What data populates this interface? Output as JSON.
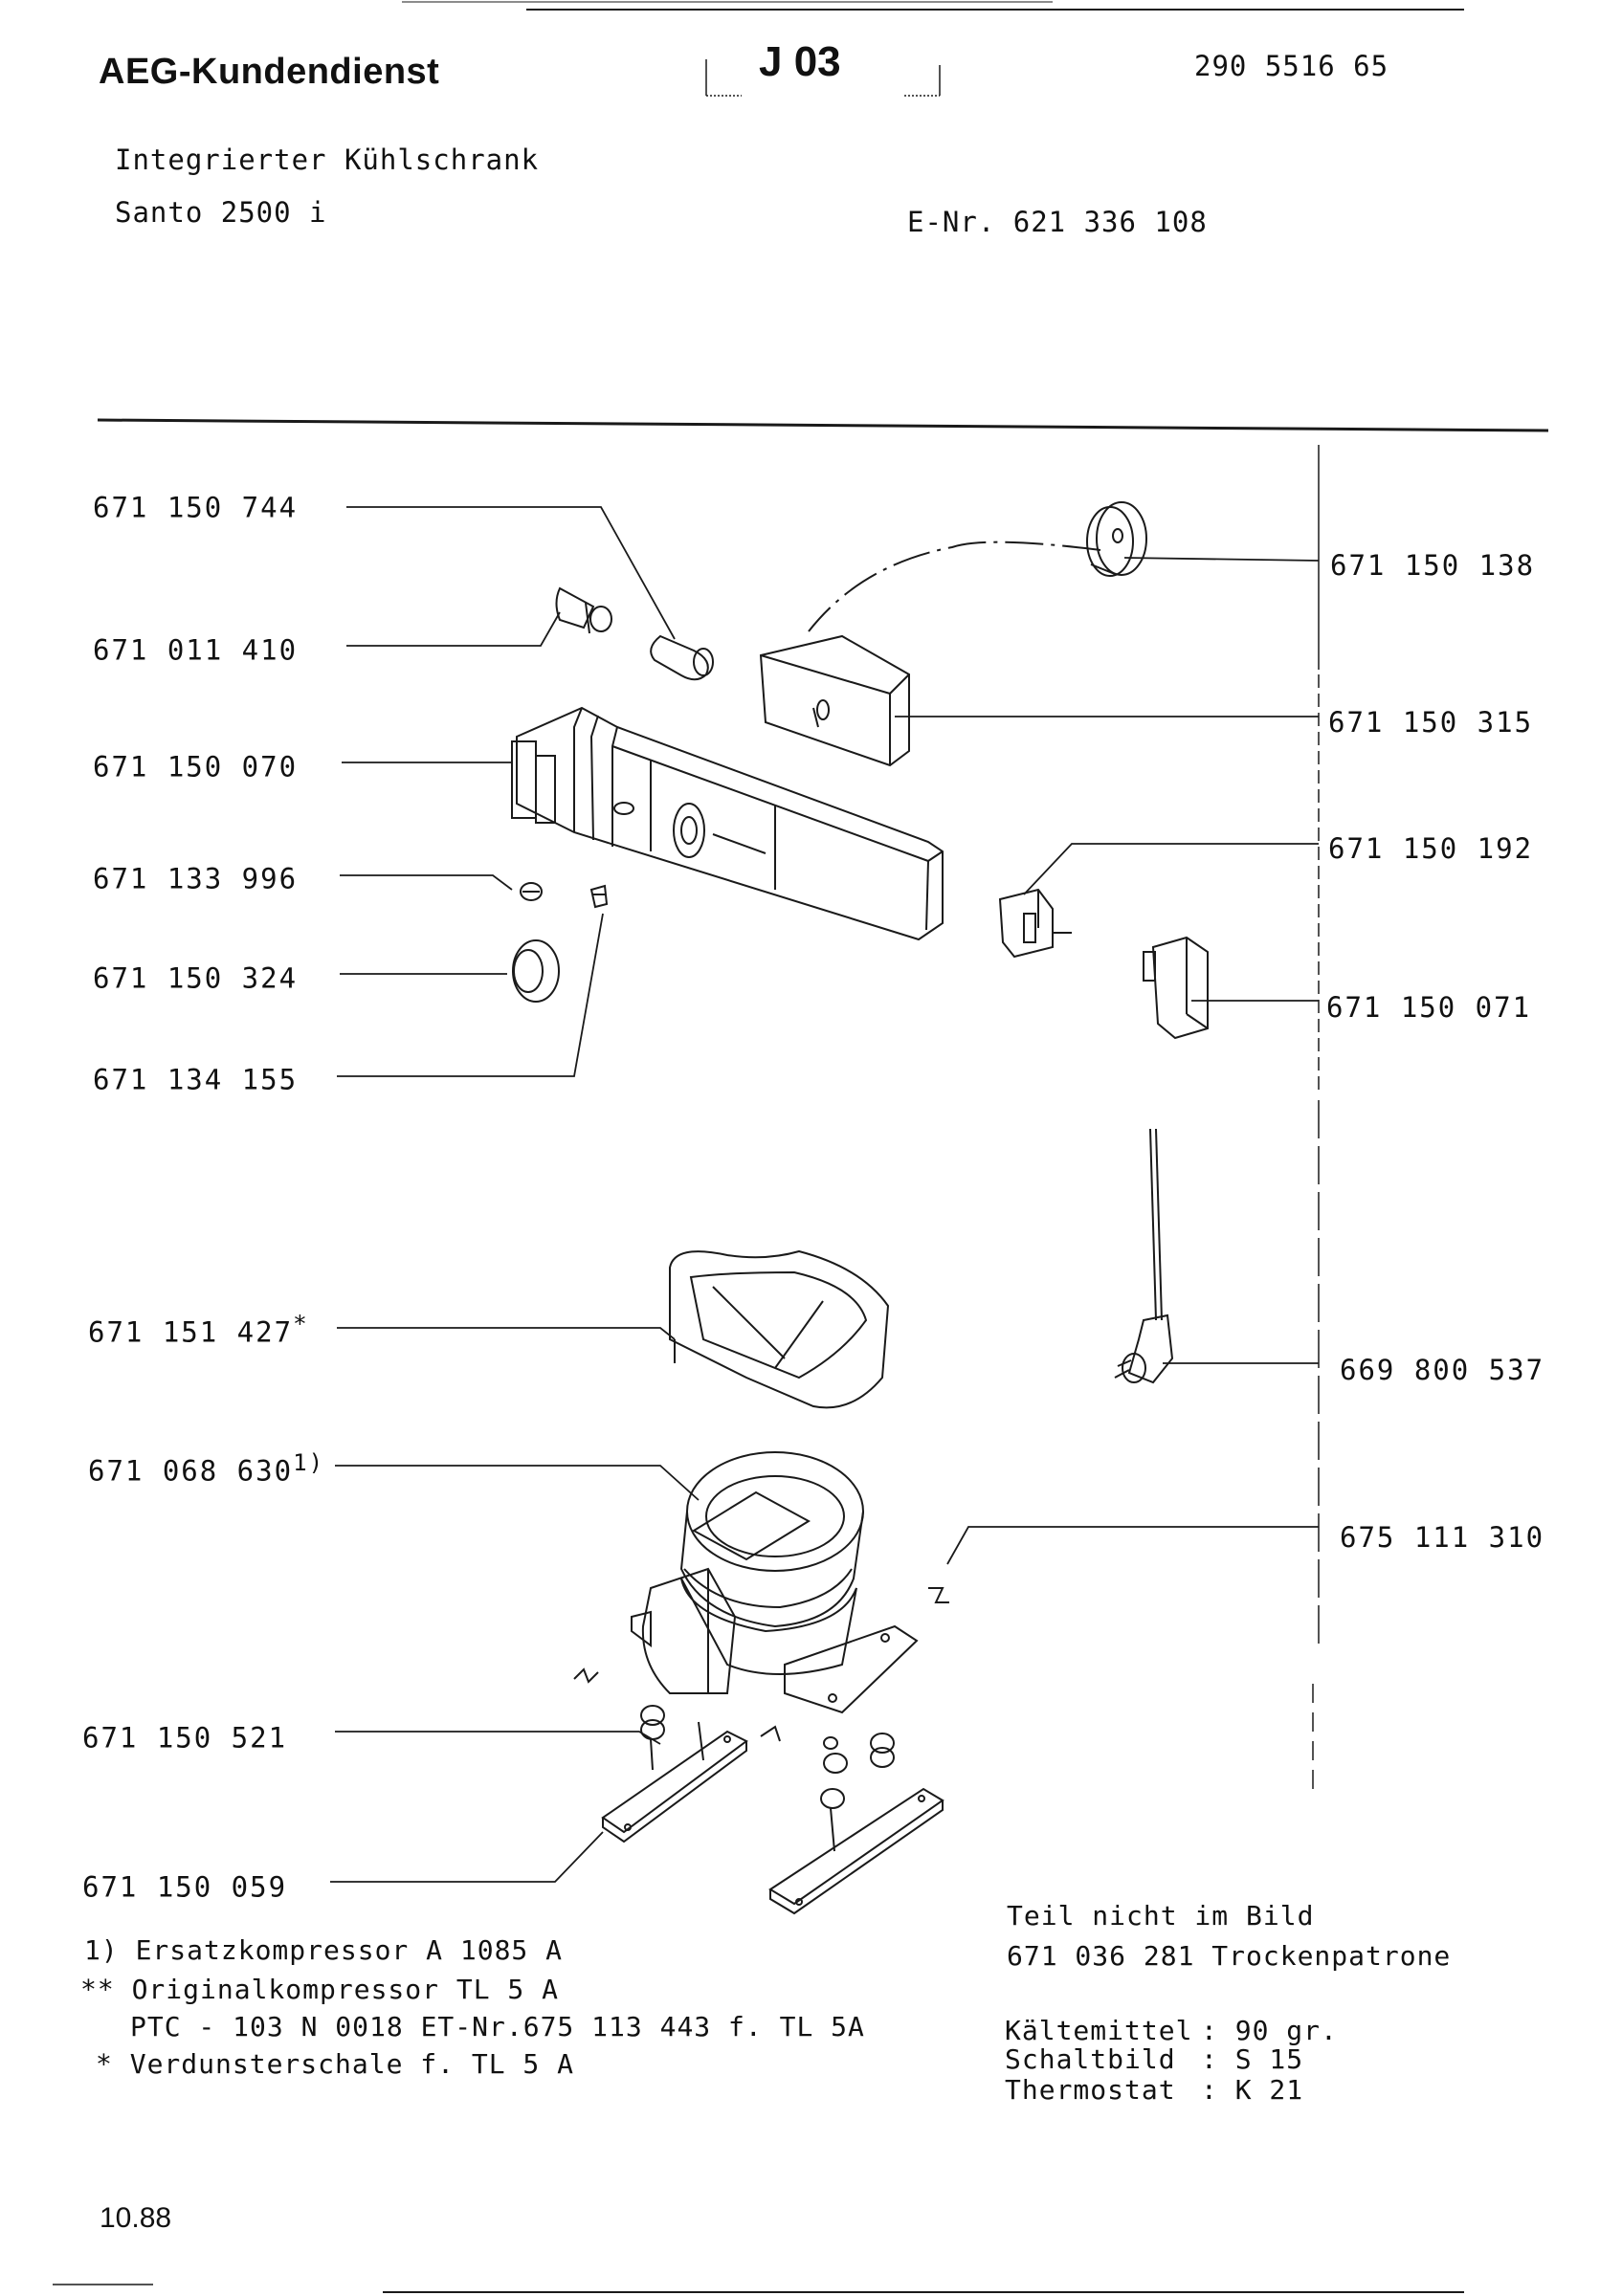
{
  "header": {
    "brand": "AEG-Kundendienst",
    "section_code": "J 03",
    "doc_number": "290 5516 65",
    "product_type": "Integrierter Kühlschrank",
    "model": "Santo 2500 i",
    "e_number": "E-Nr. 621 336 108"
  },
  "parts_left": [
    {
      "number": "671 150 744",
      "note": ""
    },
    {
      "number": "671 011 410",
      "note": ""
    },
    {
      "number": "671 150 070",
      "note": ""
    },
    {
      "number": "671 133 996",
      "note": ""
    },
    {
      "number": "671 150 324",
      "note": ""
    },
    {
      "number": "671 134 155",
      "note": ""
    },
    {
      "number": "671 151 427",
      "note": "*"
    },
    {
      "number": "671 068 630",
      "note": "1)"
    },
    {
      "number": "671 150 521",
      "note": ""
    },
    {
      "number": "671 150 059",
      "note": ""
    }
  ],
  "parts_right": [
    {
      "number": "671 150 138"
    },
    {
      "number": "671 150 315"
    },
    {
      "number": "671 150 192"
    },
    {
      "number": "671 150 071"
    },
    {
      "number": "669 800 537"
    },
    {
      "number": "675 111 310"
    }
  ],
  "footnotes": {
    "note1": "1) Ersatzkompressor A 1085 A",
    "note2": "** Originalkompressor TL 5 A",
    "note3": "PTC - 103 N 0018 ET-Nr.675 113 443 f. TL 5A",
    "note4": "* Verdunsterschale f. TL 5 A"
  },
  "not_pictured": {
    "title": "Teil nicht im Bild",
    "item": "671 036 281 Trockenpatrone"
  },
  "specs": {
    "refrigerant_label": "Kältemittel",
    "refrigerant_value": ": 90 gr.",
    "wiring_label": "Schaltbild",
    "wiring_value": ": S 15",
    "thermostat_label": "Thermostat",
    "thermostat_value": ": K 21"
  },
  "footer": {
    "date": "10.88"
  }
}
